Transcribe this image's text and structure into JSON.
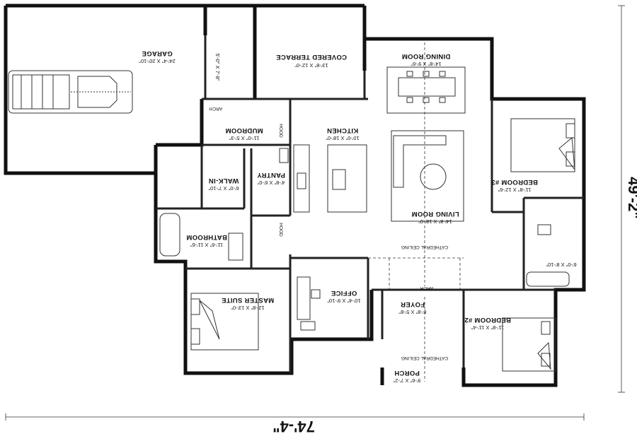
{
  "rooms": {
    "garage": {
      "name": "GARAGE",
      "dims": "24'-4\" X 20'-10\""
    },
    "covered_terrace": {
      "name": "COVERED TERRACE",
      "dims": "13'-8\" X 12'-0\""
    },
    "storage_dims": "5'-0\" X 7'-8\"",
    "dining_room": {
      "name": "DINING ROOM",
      "dims": "14'-8\" X 9'-6\""
    },
    "mudroom": {
      "name": "MUDROOM",
      "dims": "11'-0\" X 5'-3\""
    },
    "kitchen": {
      "name": "KITCHEN",
      "dims": "10'-0\" X 18'-0\""
    },
    "walk_in": {
      "name": "WALK-IN",
      "dims": "6'-0\" X 7'-10\""
    },
    "pantry": {
      "name": "PANTRY",
      "dims": "4'-8\" X 6'-0\""
    },
    "living_room": {
      "name": "LIVING ROOM",
      "dims": "14'-8\" X 18'-0\""
    },
    "bedroom3": {
      "name": "BEDROOM #3",
      "dims": "11'-8\" X 12'-6\""
    },
    "bathroom": {
      "name": "BATHROOM",
      "dims": "11'-6\" X 11'-6\""
    },
    "bath2_dims": "6'-0\" X 8'-10\"",
    "master_suite": {
      "name": "MASTER SUITE",
      "dims": "12'-8\" X 13'-0\""
    },
    "office": {
      "name": "OFFICE",
      "dims": "10'-4\" X 9'-10\""
    },
    "foyer": {
      "name": "FOYER",
      "dims": "6'-8\" X 5'-8\""
    },
    "bedroom2": {
      "name": "BEDROOM #2",
      "dims": "11'-8\" X 11'-4\""
    },
    "porch": {
      "name": "PORCH",
      "dims": "9'-6\" X 7'-2\""
    }
  },
  "notes": {
    "arch": "ARCH",
    "hood": "HOOD",
    "cathedral_ceiling": "CATHEDRAL CEILING"
  },
  "overall": {
    "width": "74'-4\"",
    "depth": "49'-2\""
  }
}
